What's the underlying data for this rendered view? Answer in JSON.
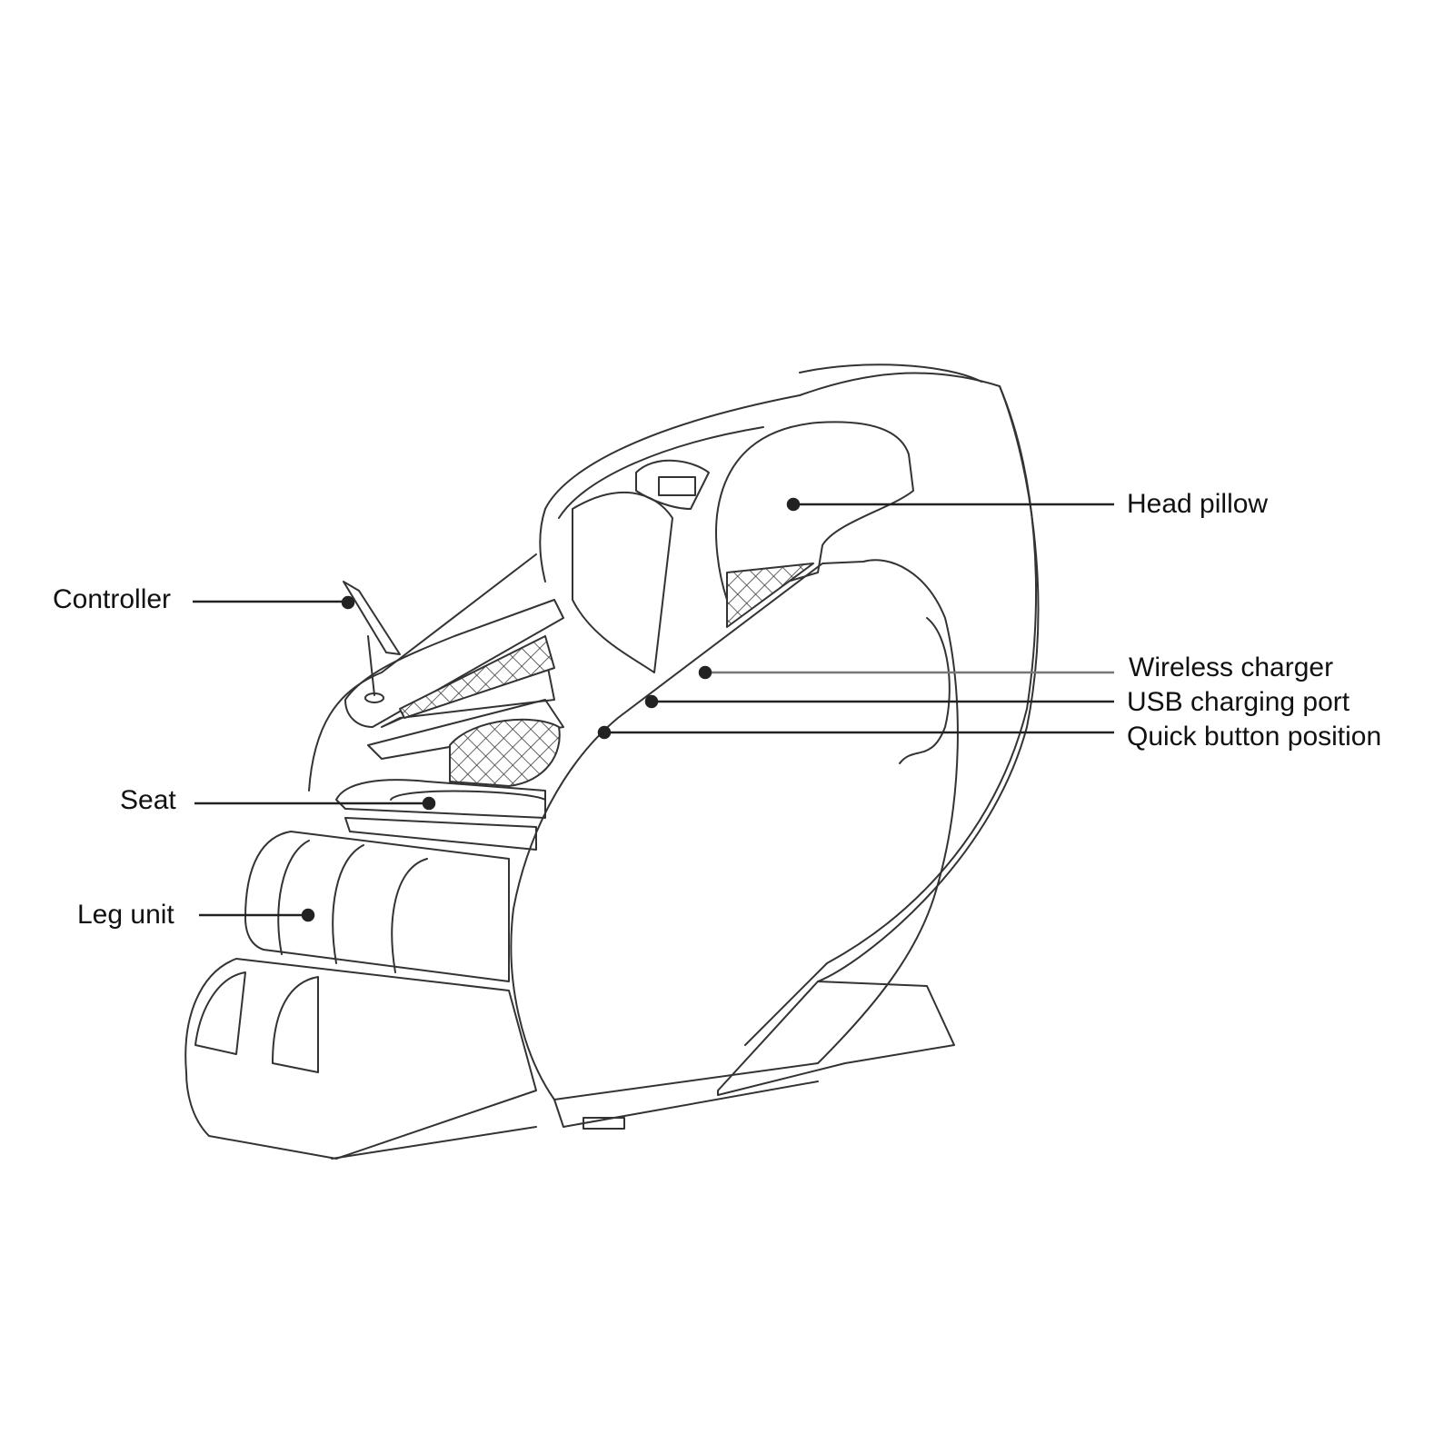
{
  "labels": {
    "head_pillow": "Head pillow",
    "controller": "Controller",
    "wireless_charger": "Wireless charger",
    "usb_charging_port": "USB charging port",
    "quick_button_position": "Quick button position",
    "seat": "Seat",
    "leg_unit": "Leg unit"
  }
}
